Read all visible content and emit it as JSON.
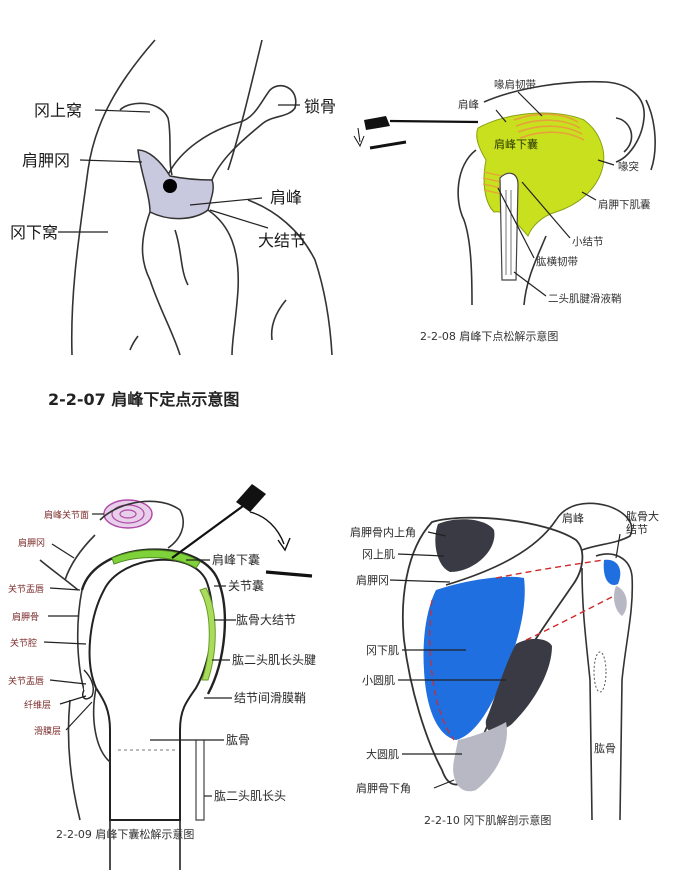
{
  "panel1": {
    "caption": "2-2-07   肩峰下定点示意图",
    "labels": {
      "supraspinous_fossa": "冈上窝",
      "scapular_notch": "肩胛冈",
      "infraspinous_fossa": "冈下窝",
      "clavicle": "锁骨",
      "acromion": "肩峰",
      "greater_tubercle": "大结节"
    },
    "colors": {
      "region_fill": "#c8c8de",
      "dot": "#000000"
    }
  },
  "panel2": {
    "caption": "2-2-08   肩峰下点松解示意图",
    "labels": {
      "coracoacromial_ligament": "喙肩韧带",
      "acromion": "肩峰",
      "subacromial_bursa": "肩峰下囊",
      "coracoid": "喙突",
      "subscapular_bursa": "肩胛下肌囊",
      "lesser_tubercle": "小结节",
      "transverse_humeral_ligament": "肱横韧带",
      "biceps_tendon_sheath": "二头肌腱滑液鞘"
    },
    "colors": {
      "bursa": "#c8e01e",
      "ligament": "#e8a23a"
    }
  },
  "panel3": {
    "caption": "2-2-09   肩峰下囊松解示意图",
    "labels": {
      "acromion_cross_section": "肩峰关节面",
      "scapular_spine": "肩胛冈",
      "joint_labrum_top": "关节盂唇",
      "glenoid": "肩胛骨",
      "joint_cavity": "关节腔",
      "joint_labrum_bottom": "关节盂唇",
      "fibrous_layer": "纤维层",
      "synovial_layer": "滑膜层",
      "subacromial_bursa": "肩峰下囊",
      "joint_capsule": "关节囊",
      "greater_tubercle": "肱骨大结节",
      "biceps_long_head_tendon": "肱二头肌长头腱",
      "intertubercular_sheath": "结节间滑膜鞘",
      "humerus": "肱骨",
      "biceps_long_head": "肱二头肌长头"
    },
    "colors": {
      "bursa": "#7fd23a",
      "tendon": "#a8dc5a",
      "swirl": "#b04aa8"
    }
  },
  "panel4": {
    "caption": "2-2-10   冈下肌解剖示意图",
    "labels": {
      "superior_angle": "肩胛骨内上角",
      "supraspinatus": "冈上肌",
      "scapular_spine": "肩胛冈",
      "infraspinatus": "冈下肌",
      "teres_minor": "小圆肌",
      "teres_major": "大圆肌",
      "inferior_angle": "肩胛骨下角",
      "acromion": "肩峰",
      "humerus_greater_tubercle": "肱骨大结节",
      "humerus": "肱骨"
    },
    "colors": {
      "infraspinatus": "#1f6fe0",
      "dark_muscle": "#3a3a44",
      "light_muscle": "#b8b8c4"
    }
  }
}
